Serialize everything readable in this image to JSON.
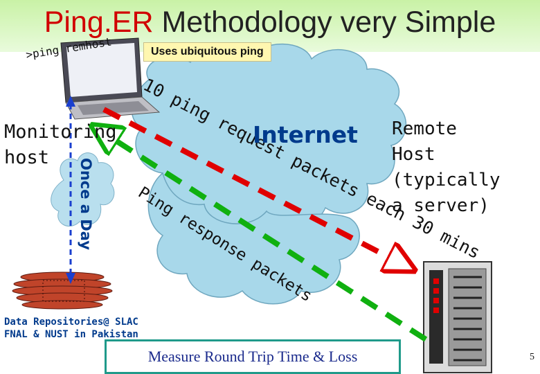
{
  "slide": {
    "title_accent": "Ping.ER",
    "title_rest": " Methodology very Simple",
    "uses_label": "Uses ubiquitous ping",
    "command": ">ping remhost",
    "monitoring_line1": "Monitoring",
    "monitoring_line2": "host",
    "frequency": "Once a Day",
    "cloud_label": "Internet",
    "request_label": "10 ping request packets each 30 mins",
    "response_label": "Ping response packets",
    "remote_lines": [
      "Remote",
      "Host",
      "(typically",
      "a server)"
    ],
    "repo_line1": "Data Repositories@ SLAC",
    "repo_line2": "FNAL & NUST in Pakistan",
    "measure_label": "Measure Round Trip Time & Loss",
    "page_number": "5"
  },
  "colors": {
    "title_accent": "#d10000",
    "request_arrow": "#e00000",
    "response_arrow": "#10b010",
    "cloud": "#a8d8ea",
    "cloud_label": "#003a8c",
    "measure_border": "#1f9a8a"
  },
  "icons": [
    "laptop-icon",
    "server-icon",
    "database-stack-icon",
    "small-cloud-icon"
  ]
}
